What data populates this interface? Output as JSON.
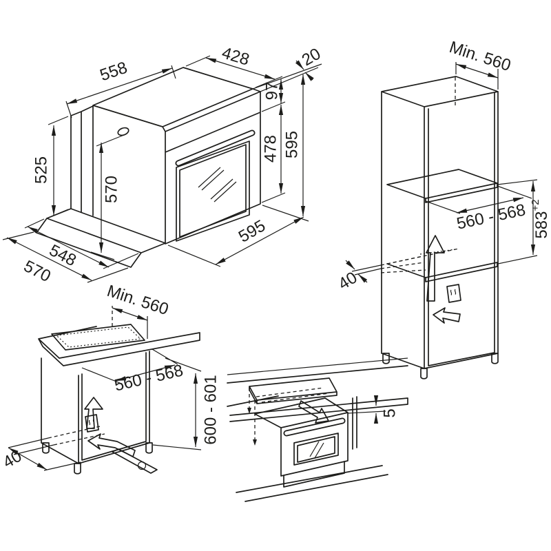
{
  "colors": {
    "line": "#1d1d1b",
    "background": "#ffffff"
  },
  "diagram_labels": {
    "oven": {
      "width_top": "558",
      "depth_top": "428",
      "front_overhang": "20",
      "panel_height": "97",
      "door_height": "478",
      "front_height": "595",
      "niche_height": "525",
      "body_height": "570",
      "floor_depth_inner": "548",
      "floor_depth_outer": "570",
      "front_width": "595"
    },
    "tall_cabinet": {
      "min_depth": "Min. 560",
      "niche_width": "560 - 568",
      "niche_height": "583",
      "niche_height_tolerance": "+2",
      "vent_gap": "40"
    },
    "base_cabinet": {
      "min_depth": "Min. 560",
      "niche_width": "560 - 568",
      "niche_height": "600 - 601",
      "vent_gap": "40"
    },
    "under_worktop": {
      "gap": "5"
    }
  }
}
